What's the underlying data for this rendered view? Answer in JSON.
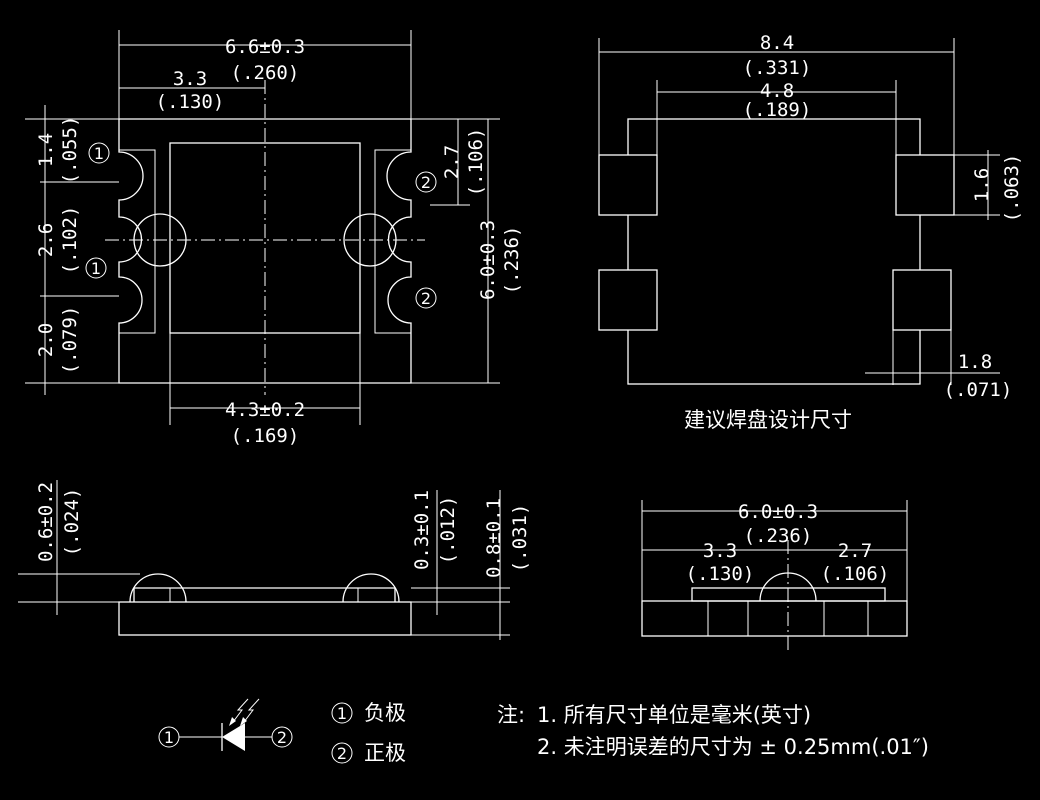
{
  "top_view": {
    "dims": {
      "width_total": "6.6±0.3",
      "width_total_in": "(.260)",
      "half_width": "3.3",
      "half_width_in": "(.130)",
      "bottom_width": "4.3±0.2",
      "bottom_width_in": "(.169)",
      "left_top": "1.4",
      "left_top_in": "(.055)",
      "left_mid": "2.6",
      "left_mid_in": "(.102)",
      "left_bottom": "2.0",
      "left_bottom_in": "(.079)",
      "right_top": "2.7",
      "right_top_in": "(.106)",
      "right_height": "6.0±0.3",
      "right_height_in": "(.236)"
    },
    "pin_marks": {
      "one": "1",
      "two": "2"
    }
  },
  "pad_view": {
    "dims": {
      "total": "8.4",
      "total_in": "(.331)",
      "inner": "4.8",
      "inner_in": "(.189)",
      "pad_h": "1.6",
      "pad_h_in": "(.063)",
      "pad_w": "1.8",
      "pad_w_in": "(.071)"
    },
    "caption": "建议焊盘设计尺寸"
  },
  "side_view": {
    "dims": {
      "lens_h": "0.6±0.2",
      "lens_h_in": "(.024)",
      "pad_t": "0.3±0.1",
      "pad_t_in": "(.012)",
      "body_t": "0.8±0.1",
      "body_t_in": "(.031)"
    }
  },
  "end_view": {
    "dims": {
      "total": "6.0±0.3",
      "total_in": "(.236)",
      "left": "3.3",
      "left_in": "(.130)",
      "right": "2.7",
      "right_in": "(.106)"
    }
  },
  "legend": {
    "diode_pin_1": "1",
    "diode_pin_2": "2",
    "negative_mark": "1",
    "negative_label": "负极",
    "positive_mark": "2",
    "positive_label": "正极"
  },
  "notes": {
    "prefix": "注:",
    "note1": "1. 所有尺寸单位是毫米(英寸)",
    "note2": "2. 未注明误差的尺寸为 ± 0.25mm(.01″)"
  },
  "colors": {
    "background": "#000000",
    "line": "#ffffff"
  }
}
